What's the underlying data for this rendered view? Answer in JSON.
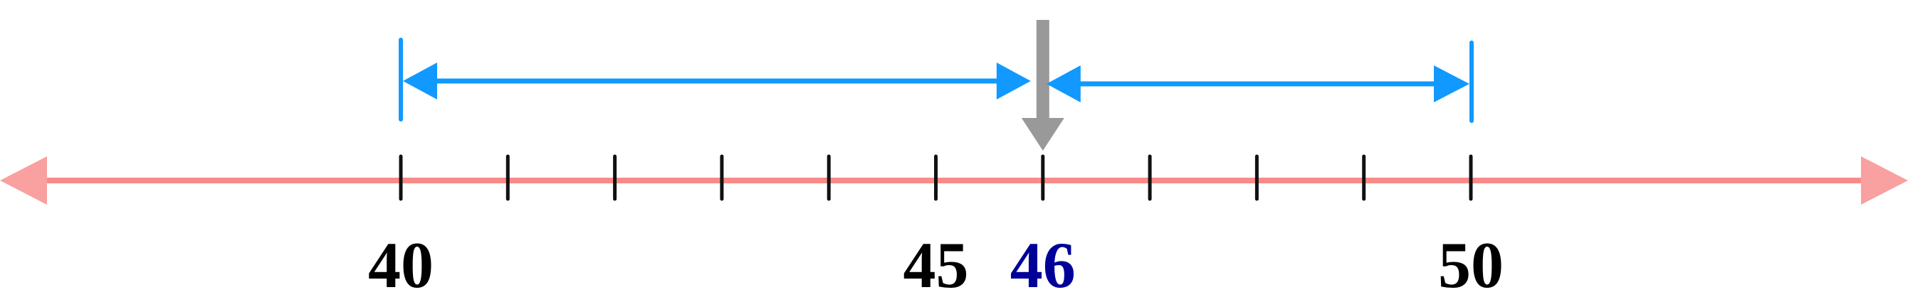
{
  "number_line": {
    "min_visible": 40,
    "max_visible": 50,
    "tick_values": [
      40,
      41,
      42,
      43,
      44,
      45,
      46,
      47,
      48,
      49,
      50
    ],
    "labels": [
      {
        "value": 40,
        "text": "40",
        "highlight": false
      },
      {
        "value": 45,
        "text": "45",
        "highlight": false
      },
      {
        "value": 46,
        "text": "46",
        "highlight": true
      },
      {
        "value": 50,
        "text": "50",
        "highlight": false
      }
    ],
    "line_color": "#F98A8A",
    "arrowhead_color": "#F9A0A0",
    "tick_color": "#111111",
    "label_color": "#000000",
    "highlight_color": "#000099"
  },
  "marker": {
    "value": 46,
    "color": "#999999",
    "shape": "down-arrow"
  },
  "distance_arrows": [
    {
      "from": 40,
      "to": 46
    },
    {
      "from": 46,
      "to": 50
    }
  ],
  "arrow_color": "#1199FF"
}
